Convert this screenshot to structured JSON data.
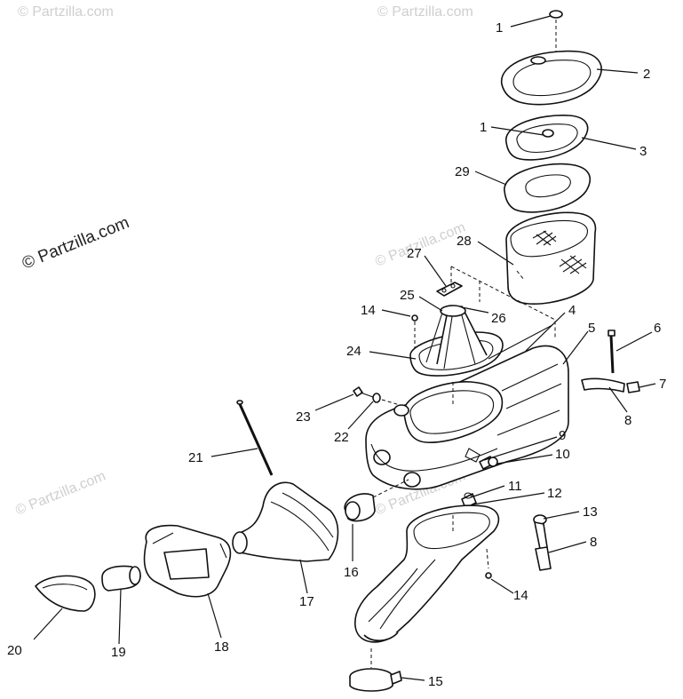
{
  "watermark": {
    "main": "© Partzilla.com",
    "faint": "© Partzilla.com"
  },
  "callouts": [
    {
      "id": "c1a",
      "label": "1"
    },
    {
      "id": "c2",
      "label": "2"
    },
    {
      "id": "c1b",
      "label": "1"
    },
    {
      "id": "c3",
      "label": "3"
    },
    {
      "id": "c29",
      "label": "29"
    },
    {
      "id": "c28",
      "label": "28"
    },
    {
      "id": "c27",
      "label": "27"
    },
    {
      "id": "c25",
      "label": "25"
    },
    {
      "id": "c26",
      "label": "26"
    },
    {
      "id": "c14a",
      "label": "14"
    },
    {
      "id": "c4",
      "label": "4"
    },
    {
      "id": "c24",
      "label": "24"
    },
    {
      "id": "c5",
      "label": "5"
    },
    {
      "id": "c6",
      "label": "6"
    },
    {
      "id": "c7",
      "label": "7"
    },
    {
      "id": "c8a",
      "label": "8"
    },
    {
      "id": "c23",
      "label": "23"
    },
    {
      "id": "c22",
      "label": "22"
    },
    {
      "id": "c9",
      "label": "9"
    },
    {
      "id": "c10",
      "label": "10"
    },
    {
      "id": "c21",
      "label": "21"
    },
    {
      "id": "c11",
      "label": "11"
    },
    {
      "id": "c12",
      "label": "12"
    },
    {
      "id": "c13",
      "label": "13"
    },
    {
      "id": "c8b",
      "label": "8"
    },
    {
      "id": "c16",
      "label": "16"
    },
    {
      "id": "c17",
      "label": "17"
    },
    {
      "id": "c14b",
      "label": "14"
    },
    {
      "id": "c18",
      "label": "18"
    },
    {
      "id": "c19",
      "label": "19"
    },
    {
      "id": "c20",
      "label": "20"
    },
    {
      "id": "c15",
      "label": "15"
    }
  ]
}
